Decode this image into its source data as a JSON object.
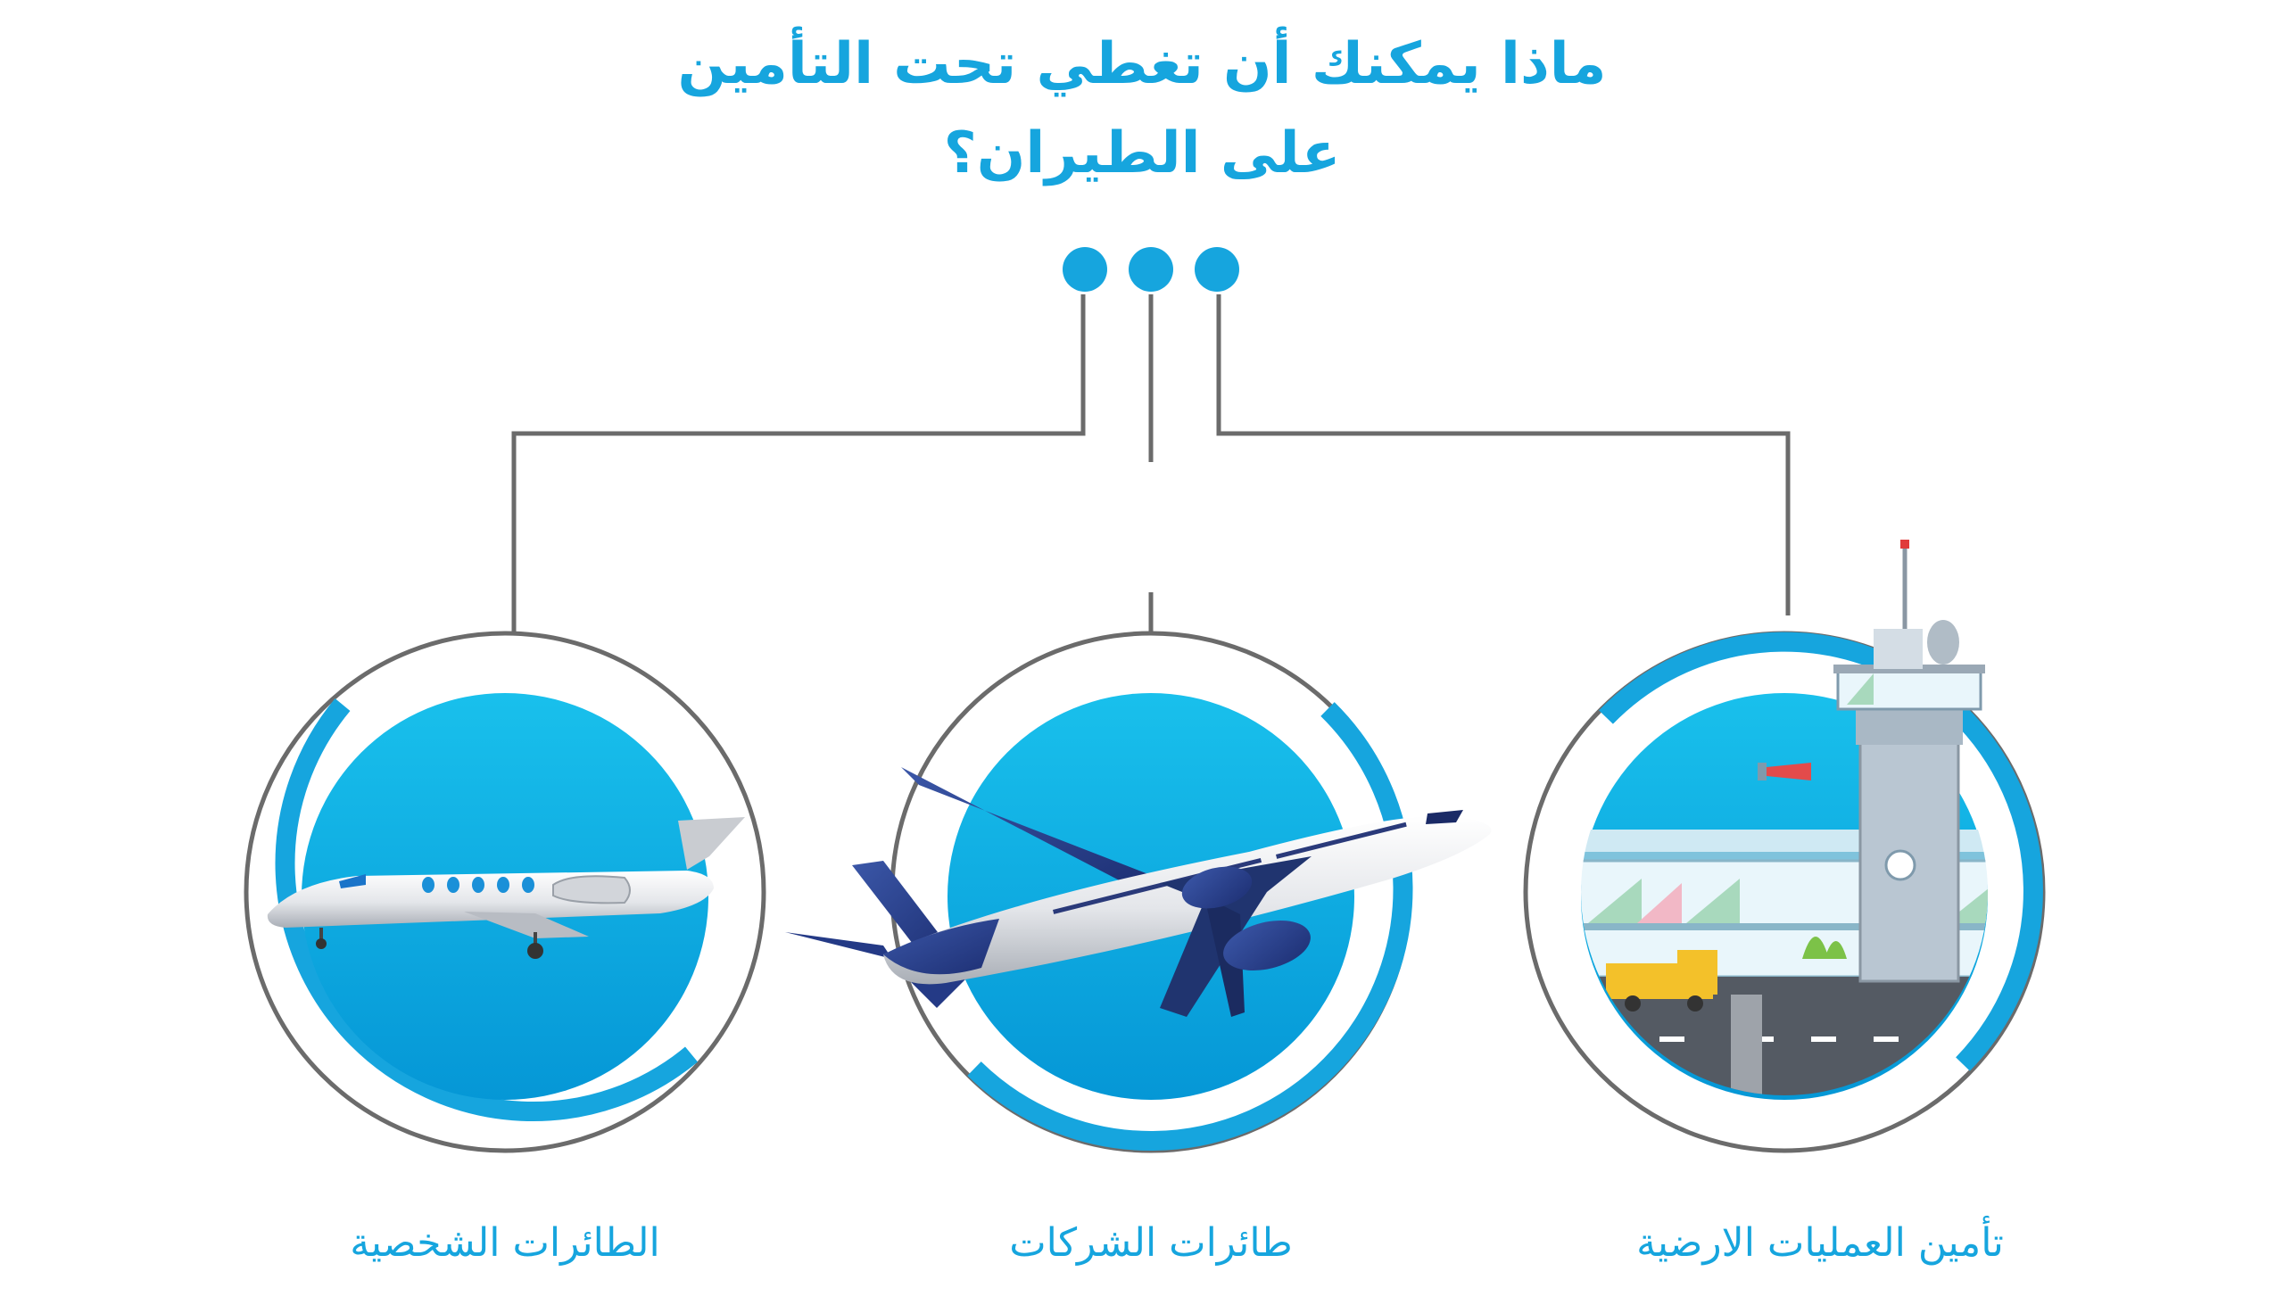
{
  "title": {
    "line1": "ماذا يمكنك أن تغطي تحت التأمين",
    "line2": "على الطيران؟"
  },
  "items": [
    {
      "label": "تأمين العمليات الارضية",
      "icon": "airport-terminal-icon"
    },
    {
      "label": "طائرات الشركات",
      "icon": "airliner-icon"
    },
    {
      "label": "الطائرات الشخصية",
      "icon": "private-jet-icon"
    }
  ],
  "colors": {
    "accent": "#16a5de",
    "circle_fill": "#0aa9df",
    "connector": "#6b6b6b"
  }
}
